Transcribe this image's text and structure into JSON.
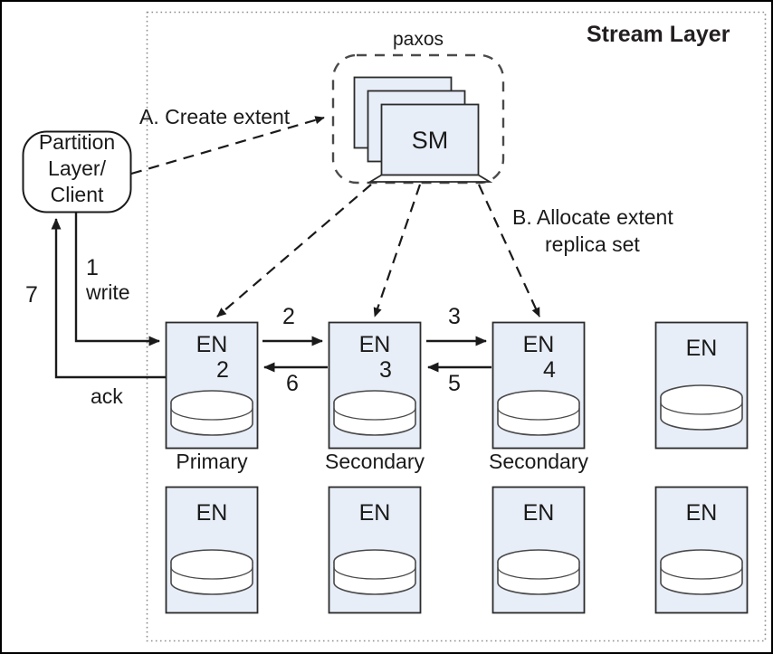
{
  "figure": {
    "domain": "diagram",
    "description": "Windows Azure Storage stream layer replication flow diagram",
    "colors": {
      "node_fill": "#e8eef8",
      "node_stroke": "#2b2b2b",
      "text": "#1a1a1a",
      "dashed_stroke": "#3a3a3a",
      "boundary_stroke": "#8a8a8a",
      "background": "#ffffff"
    }
  },
  "stream_layer": {
    "title": "Stream Layer",
    "boundary_style": "dotted"
  },
  "client": {
    "name": "partition-layer-client",
    "line1": "Partition",
    "line2": "Layer/",
    "line3": "Client"
  },
  "paxos": {
    "label": "paxos",
    "sm_label": "SM",
    "replica_count": 3
  },
  "flow_labels": {
    "create_extent": "A. Create extent",
    "allocate_line1": "B. Allocate extent",
    "allocate_line2": "replica set",
    "write_num": "1",
    "write_text": "write",
    "ack_num": "7",
    "ack_text": "ack",
    "step2": "2",
    "step3": "3",
    "step5": "5",
    "step6": "6"
  },
  "extent_nodes": {
    "label": "EN",
    "row_top": [
      {
        "id": "primary",
        "role_label": "Primary",
        "append_step": "2",
        "has_role": true,
        "has_append": true
      },
      {
        "id": "secondary-1",
        "role_label": "Secondary",
        "append_step": "3",
        "has_role": true,
        "has_append": true
      },
      {
        "id": "secondary-2",
        "role_label": "Secondary",
        "append_step": "4",
        "has_role": true,
        "has_append": true
      },
      {
        "id": "spare-top",
        "role_label": "",
        "append_step": "",
        "has_role": false,
        "has_append": false
      }
    ],
    "row_bottom": [
      {
        "id": "spare-b1",
        "role_label": "",
        "append_step": "",
        "has_role": false,
        "has_append": false
      },
      {
        "id": "spare-b2",
        "role_label": "",
        "append_step": "",
        "has_role": false,
        "has_append": false
      },
      {
        "id": "spare-b3",
        "role_label": "",
        "append_step": "",
        "has_role": false,
        "has_append": false
      },
      {
        "id": "spare-b4",
        "role_label": "",
        "append_step": "",
        "has_role": false,
        "has_append": false
      }
    ]
  }
}
